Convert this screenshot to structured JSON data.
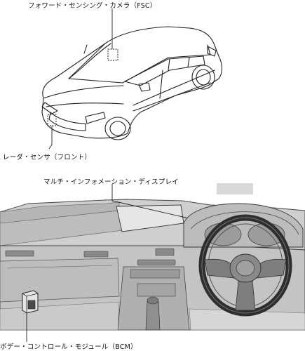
{
  "labels": {
    "fsc": "フォワード・センシング・カメラ（FSC）",
    "radar": "レーダ・センサ（フロント）",
    "multi_info_display": "マルチ・インフォメーション・ディスプレイ",
    "bcm": "ボデー・コントロール・モジュール（BCM）"
  }
}
